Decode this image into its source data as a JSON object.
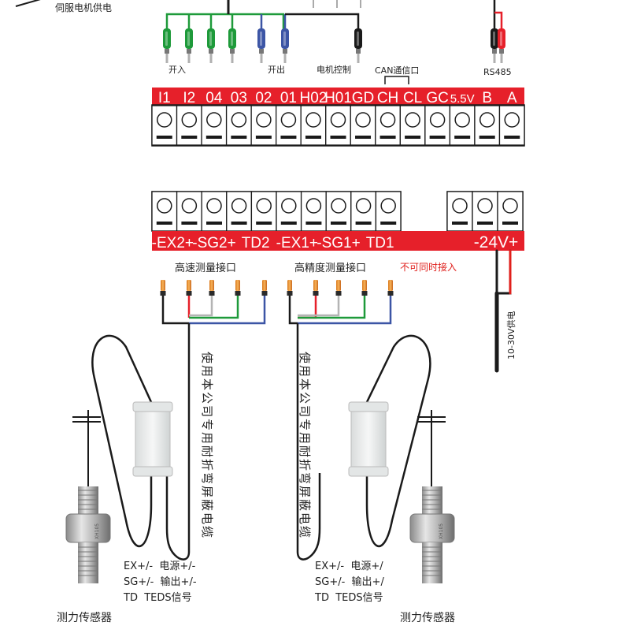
{
  "top_left_label": "伺服电机供电",
  "top_connector_labels": {
    "in": "开入",
    "out": "开出",
    "motor": "电机控制",
    "can": "CAN通信口",
    "rs485": "RS485"
  },
  "top_pins": [
    "I1",
    "I2",
    "04",
    "03",
    "02",
    "01",
    "H02",
    "H01",
    "GD",
    "CH",
    "CL",
    "GC",
    "5.5V",
    "B",
    "A"
  ],
  "bottom_left_pins": [
    "-EX2+",
    "-SG2+",
    "TD2",
    "-EX1+",
    "-SG1+",
    "TD1"
  ],
  "bottom_right_pins": [
    "-24V+"
  ],
  "interface_labels": {
    "high_speed": "高速测量接口",
    "high_precision": "高精度测量接口",
    "warning": "不可同时接入"
  },
  "power_label": "10-30V供电",
  "cable_label": "使用本公司专用耐折弯屏蔽电缆",
  "sensor_label": "测力传感器",
  "sensor_engraving": "XH105",
  "legend_left": {
    "line1": "EX+/-  电源+/-",
    "line2": "SG+/-  输出+/-",
    "line3": "TD  TEDS信号"
  },
  "legend_right": {
    "line1": "EX+/-  电源+/",
    "line2": "SG+/-  输出+/",
    "line3": "TD  TEDS信号"
  },
  "colors": {
    "red": "#e6202a",
    "green": "#1e9a3a",
    "blue": "#3c55a5",
    "black": "#1a1a1a",
    "gray": "#b4b4b4",
    "orange": "#f08a1c",
    "power_red": "#e0201c"
  }
}
